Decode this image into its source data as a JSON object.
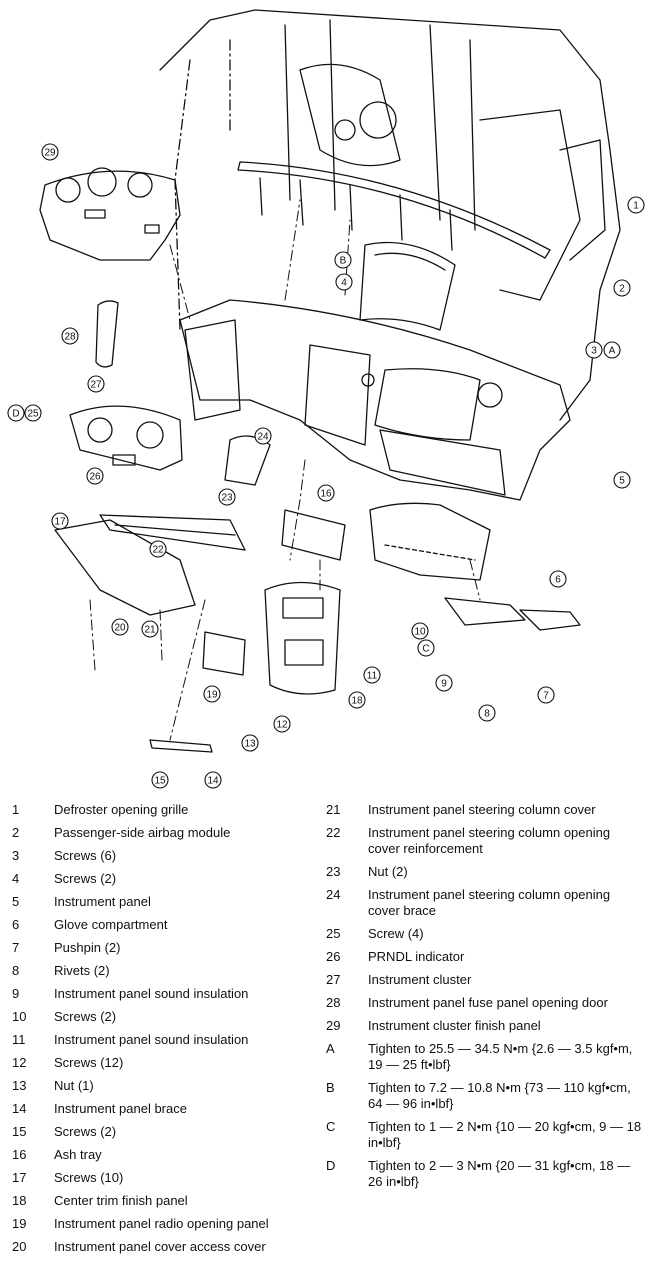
{
  "callouts": [
    "1",
    "2",
    "3",
    "4",
    "5",
    "6",
    "7",
    "8",
    "9",
    "10",
    "11",
    "12",
    "13",
    "14",
    "15",
    "16",
    "17",
    "18",
    "19",
    "20",
    "21",
    "22",
    "23",
    "24",
    "25",
    "26",
    "27",
    "28",
    "29",
    "A",
    "B",
    "C",
    "D"
  ],
  "legend_left": [
    {
      "num": "1",
      "text": "Defroster opening grille"
    },
    {
      "num": "2",
      "text": "Passenger-side airbag module"
    },
    {
      "num": "3",
      "text": "Screws (6)"
    },
    {
      "num": "4",
      "text": "Screws (2)"
    },
    {
      "num": "5",
      "text": "Instrument panel"
    },
    {
      "num": "6",
      "text": "Glove compartment"
    },
    {
      "num": "7",
      "text": "Pushpin (2)"
    },
    {
      "num": "8",
      "text": "Rivets (2)"
    },
    {
      "num": "9",
      "text": "Instrument panel sound insulation"
    },
    {
      "num": "10",
      "text": "Screws (2)"
    },
    {
      "num": "11",
      "text": "Instrument panel sound insulation"
    },
    {
      "num": "12",
      "text": "Screws (12)"
    },
    {
      "num": "13",
      "text": "Nut (1)"
    },
    {
      "num": "14",
      "text": "Instrument panel brace"
    },
    {
      "num": "15",
      "text": "Screws (2)"
    },
    {
      "num": "16",
      "text": "Ash tray"
    },
    {
      "num": "17",
      "text": "Screws (10)"
    },
    {
      "num": "18",
      "text": "Center trim finish panel"
    },
    {
      "num": "19",
      "text": "Instrument panel radio opening panel"
    },
    {
      "num": "20",
      "text": "Instrument panel cover access cover"
    }
  ],
  "legend_right": [
    {
      "num": "21",
      "text": "Instrument panel steering column cover"
    },
    {
      "num": "22",
      "text": "Instrument panel steering column opening cover reinforcement"
    },
    {
      "num": "23",
      "text": "Nut (2)"
    },
    {
      "num": "24",
      "text": "Instrument panel steering column opening cover brace"
    },
    {
      "num": "25",
      "text": "Screw (4)"
    },
    {
      "num": "26",
      "text": "PRNDL indicator"
    },
    {
      "num": "27",
      "text": "Instrument cluster"
    },
    {
      "num": "28",
      "text": "Instrument panel fuse panel opening door"
    },
    {
      "num": "29",
      "text": "Instrument cluster finish panel"
    },
    {
      "num": "A",
      "text": "Tighten to 25.5 — 34.5 N•m {2.6 — 3.5 kgf•m, 19 — 25 ft•lbf}"
    },
    {
      "num": "B",
      "text": "Tighten to 7.2 — 10.8 N•m {73 — 110 kgf•cm, 64 — 96 in•lbf}"
    },
    {
      "num": "C",
      "text": "Tighten to 1 — 2 N•m {10 — 20 kgf•cm, 9 — 18 in•lbf}"
    },
    {
      "num": "D",
      "text": "Tighten to 2 — 3 N•m {20 — 31 kgf•cm, 18 — 26 in•lbf}"
    }
  ]
}
